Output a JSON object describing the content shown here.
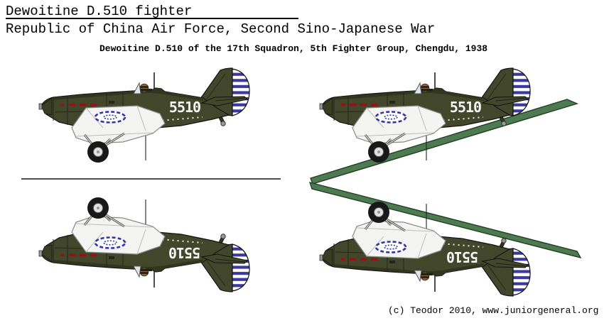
{
  "header": {
    "title": "Dewoitine D.510 fighter",
    "subtitle": "Republic of China Air Force, Second Sino-Japanese War",
    "caption": "Dewoitine D.510 of the 17th Squadron, 5th Fighter Group, Chengdu, 1938"
  },
  "aircraft": {
    "type": "Dewoitine D.510",
    "serial": "5510",
    "inverted_serial_appearance": "0LSS"
  },
  "footer": {
    "credit": "(c) Teodor 2010, www.juniorgeneral.org"
  },
  "colors": {
    "fuselage_olive": "#42472c",
    "fuselage_shadow": "#31361f",
    "rudder_stripe_blue": "#3a3a9e",
    "wing_green": "#4d7a50",
    "wing_green_outline": "#223f25",
    "roundel_blue": "#3535a8",
    "exhaust_red": "#8f1512"
  }
}
